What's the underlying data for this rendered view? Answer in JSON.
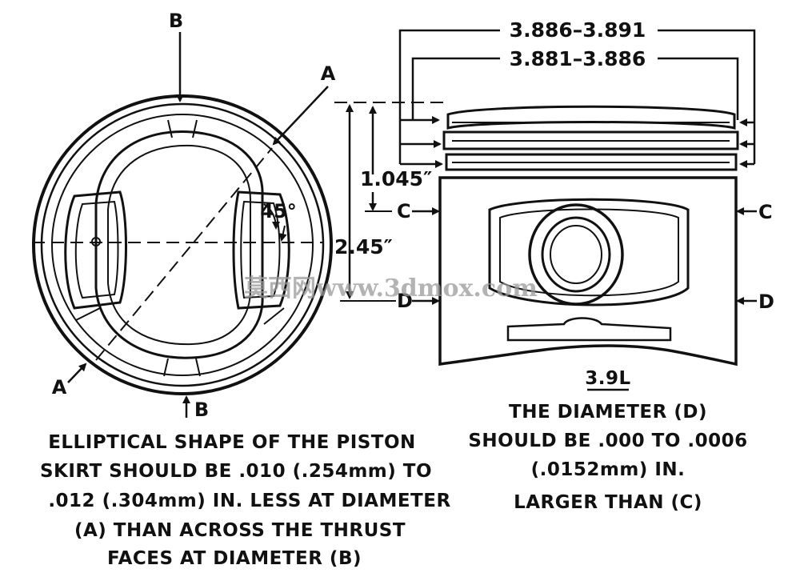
{
  "labels": {
    "a": "A",
    "b": "B",
    "c": "C",
    "d": "D",
    "angle": "45°"
  },
  "dimensions": {
    "ring_top": "3.886–3.891",
    "ring_bottom": "3.881–3.886",
    "height_short": "1.045″",
    "height_long": "2.45″"
  },
  "engine_label": "3.9L",
  "right_caption": [
    "THE DIAMETER (D)",
    "SHOULD BE .000 TO .0006",
    "(.0152mm) IN.",
    "LARGER THAN (C)"
  ],
  "left_caption": [
    "ELLIPTICAL SHAPE OF THE PISTON",
    "SKIRT SHOULD BE .010 (.254mm) TO",
    ".012 (.304mm) IN. LESS AT DIAMETER",
    "(A) THAN ACROSS THE THRUST",
    "FACES AT DIAMETER (B)"
  ],
  "watermark": "莫西网www.3dmox.com"
}
